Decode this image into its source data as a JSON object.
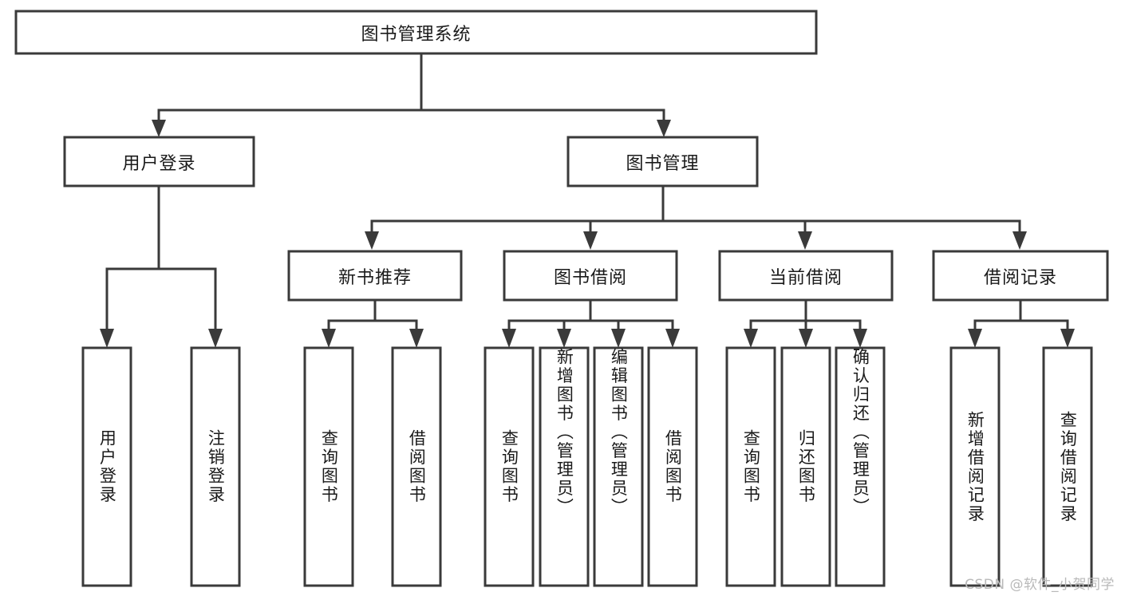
{
  "diagram": {
    "type": "tree-hierarchy",
    "title": "图书管理系统",
    "watermark": "CSDN @软件_小贺同学",
    "colors": {
      "box_stroke": "#3a3a3a",
      "box_fill": "#ffffff",
      "connector": "#3a3a3a",
      "text": "#1a1a1a",
      "background": "#ffffff",
      "watermark": "#b9b9b9"
    },
    "root": {
      "label": "图书管理系统"
    },
    "level2": [
      {
        "label": "用户登录"
      },
      {
        "label": "图书管理"
      }
    ],
    "level3": [
      {
        "label": "新书推荐"
      },
      {
        "label": "图书借阅"
      },
      {
        "label": "当前借阅"
      },
      {
        "label": "借阅记录"
      }
    ],
    "leaves_user_login": [
      {
        "label": "用户登录"
      },
      {
        "label": "注销登录"
      }
    ],
    "leaves_new_book": [
      {
        "label": "查询图书"
      },
      {
        "label": "借阅图书"
      }
    ],
    "leaves_borrow": [
      {
        "label": "查询图书"
      },
      {
        "label": "新增图书（管理员）"
      },
      {
        "label": "编辑图书（管理员）"
      },
      {
        "label": "借阅图书"
      }
    ],
    "leaves_current": [
      {
        "label": "查询图书"
      },
      {
        "label": "归还图书"
      },
      {
        "label": "确认归还（管理员）"
      }
    ],
    "leaves_record": [
      {
        "label": "新增借阅记录"
      },
      {
        "label": "查询借阅记录"
      }
    ]
  }
}
